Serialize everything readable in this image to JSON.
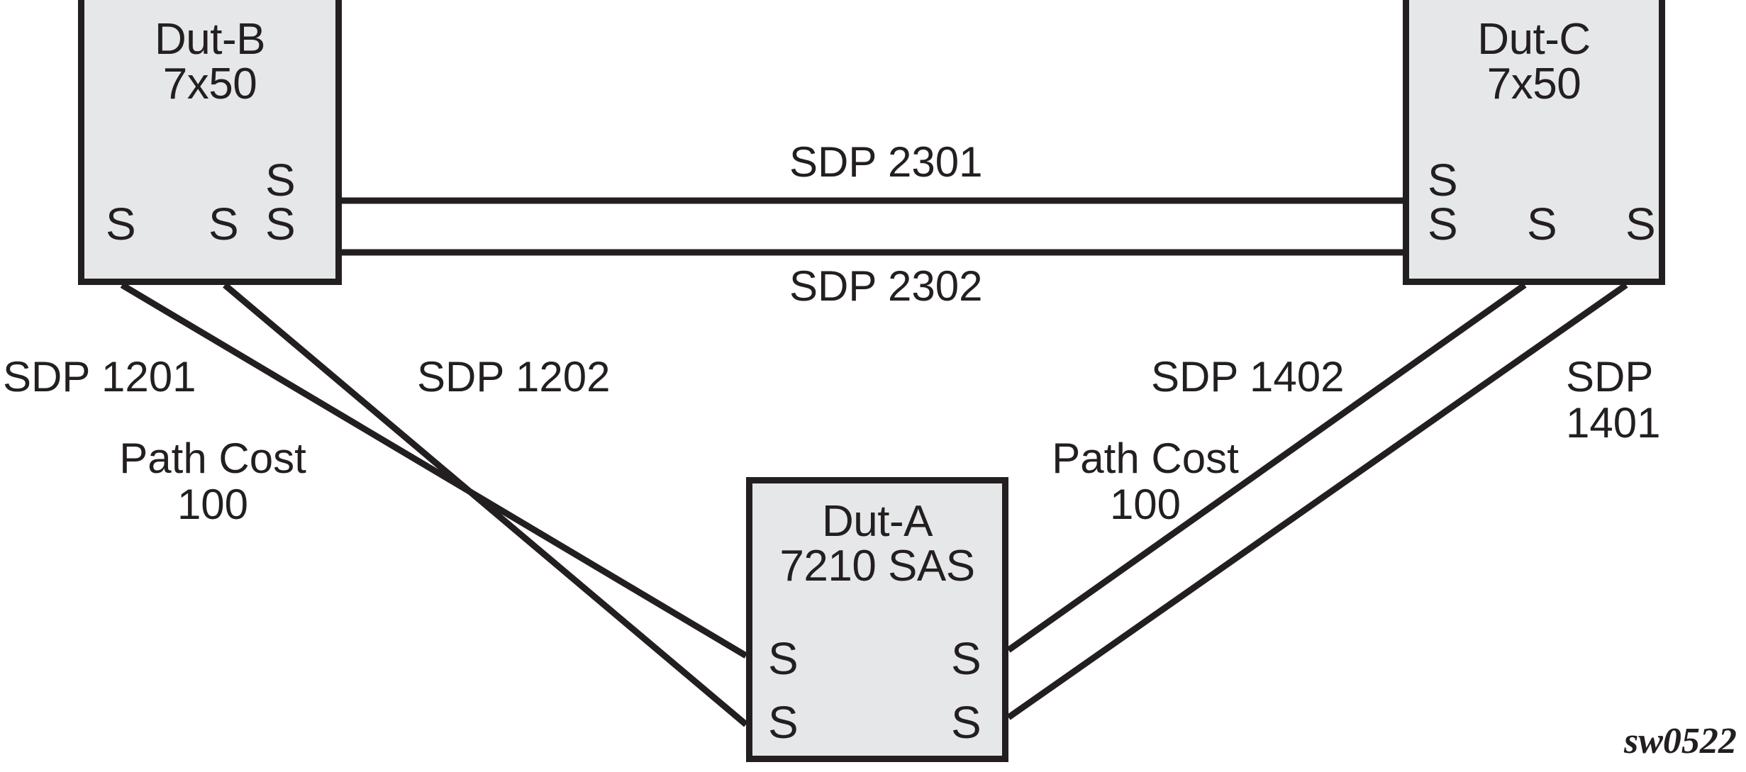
{
  "diagram": {
    "title_text": "",
    "background_color": "#ffffff",
    "node_fill_color": "#e6e7e8",
    "stroke_color": "#231f20",
    "watermark": "sw0522",
    "nodes": [
      {
        "id": "dut-b",
        "name": "Dut-B",
        "model": "7x50",
        "label": "Dut-B\n7x50",
        "ports": [
          "S",
          "S",
          "S",
          "S"
        ]
      },
      {
        "id": "dut-c",
        "name": "Dut-C",
        "model": "7x50",
        "label": "Dut-C\n7x50",
        "ports": [
          "S",
          "S",
          "S",
          "S"
        ]
      },
      {
        "id": "dut-a",
        "name": "Dut-A",
        "model": "7210 SAS",
        "label": "Dut-A\n7210 SAS",
        "ports": [
          "S",
          "S",
          "S",
          "S"
        ]
      }
    ],
    "links": [
      {
        "id": "sdp-2301",
        "label": "SDP 2301",
        "from": "dut-b",
        "to": "dut-c",
        "style": "horizontal"
      },
      {
        "id": "sdp-2302",
        "label": "SDP 2302",
        "from": "dut-b",
        "to": "dut-c",
        "style": "horizontal"
      },
      {
        "id": "sdp-1201",
        "label": "SDP 1201",
        "from": "dut-b",
        "to": "dut-a",
        "style": "diagonal"
      },
      {
        "id": "sdp-1202",
        "label": "SDP 1202",
        "from": "dut-b",
        "to": "dut-a",
        "style": "diagonal"
      },
      {
        "id": "sdp-1402",
        "label": "SDP 1402",
        "from": "dut-c",
        "to": "dut-a",
        "style": "diagonal"
      },
      {
        "id": "sdp-1401",
        "label": "SDP 1401",
        "from": "dut-c",
        "to": "dut-a",
        "style": "diagonal"
      }
    ],
    "annotations": [
      {
        "id": "path-cost-left",
        "label": "Path Cost\n100",
        "value": 100
      },
      {
        "id": "path-cost-right",
        "label": "Path Cost\n100",
        "value": 100
      }
    ],
    "port_labels": {
      "dut_b_bottom_left": "S",
      "dut_b_bottom_mid": "S",
      "dut_b_right_upper": "S",
      "dut_b_right_lower": "S",
      "dut_c_left_upper": "S",
      "dut_c_left_lower": "S",
      "dut_c_bottom_mid": "S",
      "dut_c_bottom_right": "S",
      "dut_a_left_upper": "S",
      "dut_a_left_lower": "S",
      "dut_a_right_upper": "S",
      "dut_a_right_lower": "S"
    }
  }
}
